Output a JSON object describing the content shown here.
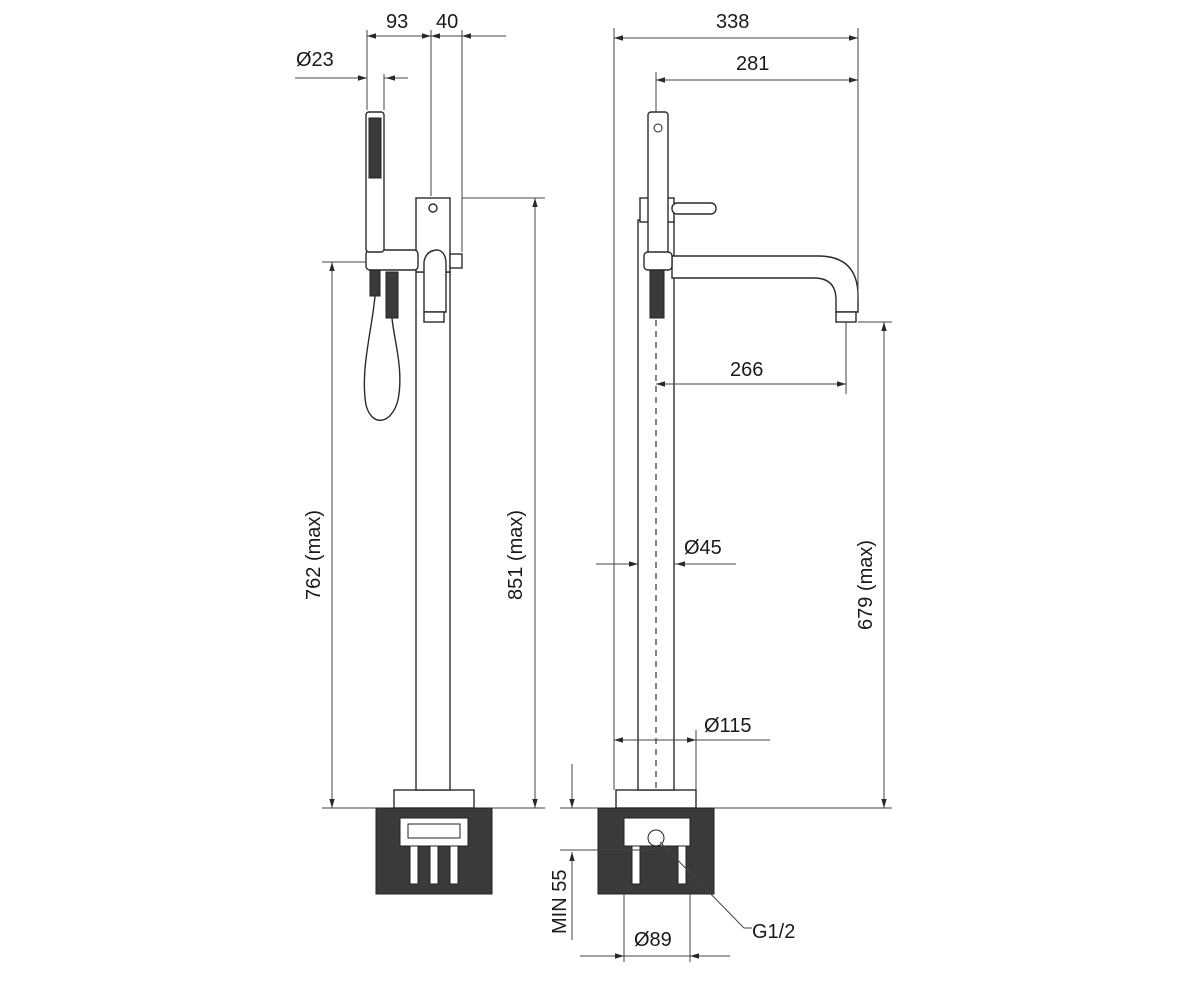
{
  "dimensions": {
    "d_93": "93",
    "d_40": "40",
    "d_23": "Ø23",
    "d_338": "338",
    "d_281": "281",
    "d_266": "266",
    "d_45": "Ø45",
    "d_115": "Ø115",
    "d_89": "Ø89",
    "h_762": "762 (max)",
    "h_851": "851 (max)",
    "h_679": "679 (max)",
    "min_55": "MIN 55",
    "g12": "G1/2"
  },
  "colors": {
    "line": "#2a2a2a",
    "floor_block": "#3a3a3a",
    "background": "#ffffff"
  }
}
